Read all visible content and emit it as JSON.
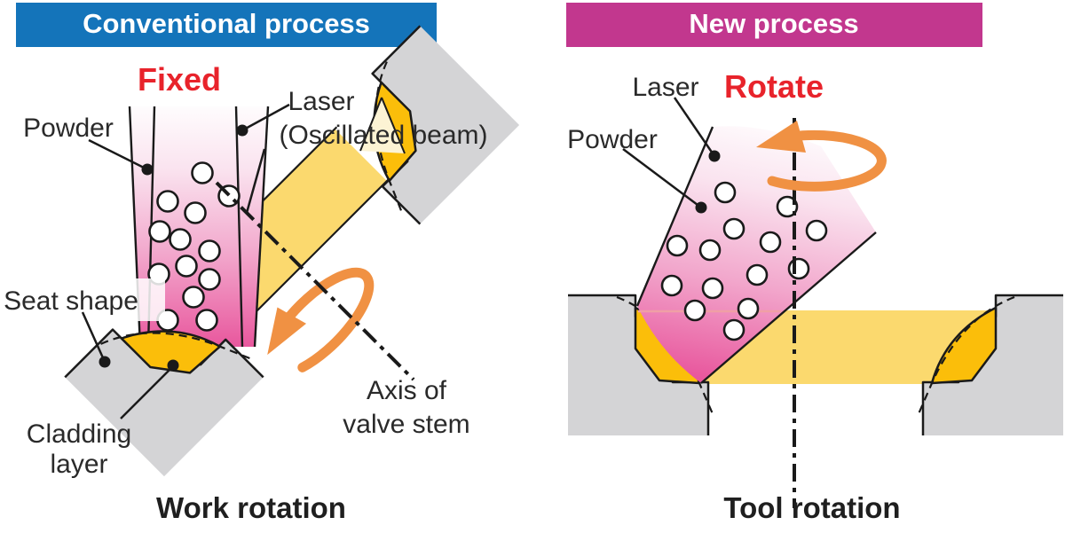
{
  "panels": {
    "left": {
      "header": "Conventional process",
      "header_color": "#1474BA",
      "state_label": "Fixed",
      "labels": {
        "powder": "Powder",
        "laser": "Laser",
        "laser_sub": "(Oscillated beam)",
        "seat_shape": "Seat shape",
        "cladding_line1": "Cladding",
        "cladding_line2": "layer",
        "axis_line1": "Axis of",
        "axis_line2": "valve stem"
      },
      "caption": "Work rotation"
    },
    "right": {
      "header": "New process",
      "header_color": "#C2378E",
      "state_label": "Rotate",
      "labels": {
        "laser": "Laser",
        "powder": "Powder"
      },
      "caption": "Tool rotation"
    }
  },
  "colors": {
    "red": "#E8232B",
    "beam_pink": "#E8559C",
    "band_yellow": "#FBD96E",
    "cladding_gold": "#FBBE0A",
    "workpiece_gray": "#D4D4D6",
    "cream": "#FCF3D4",
    "arrow_orange": "#F09143",
    "outline": "#1A1A1A",
    "text": "#2A2A2A",
    "header_text": "#FFFFFF"
  }
}
